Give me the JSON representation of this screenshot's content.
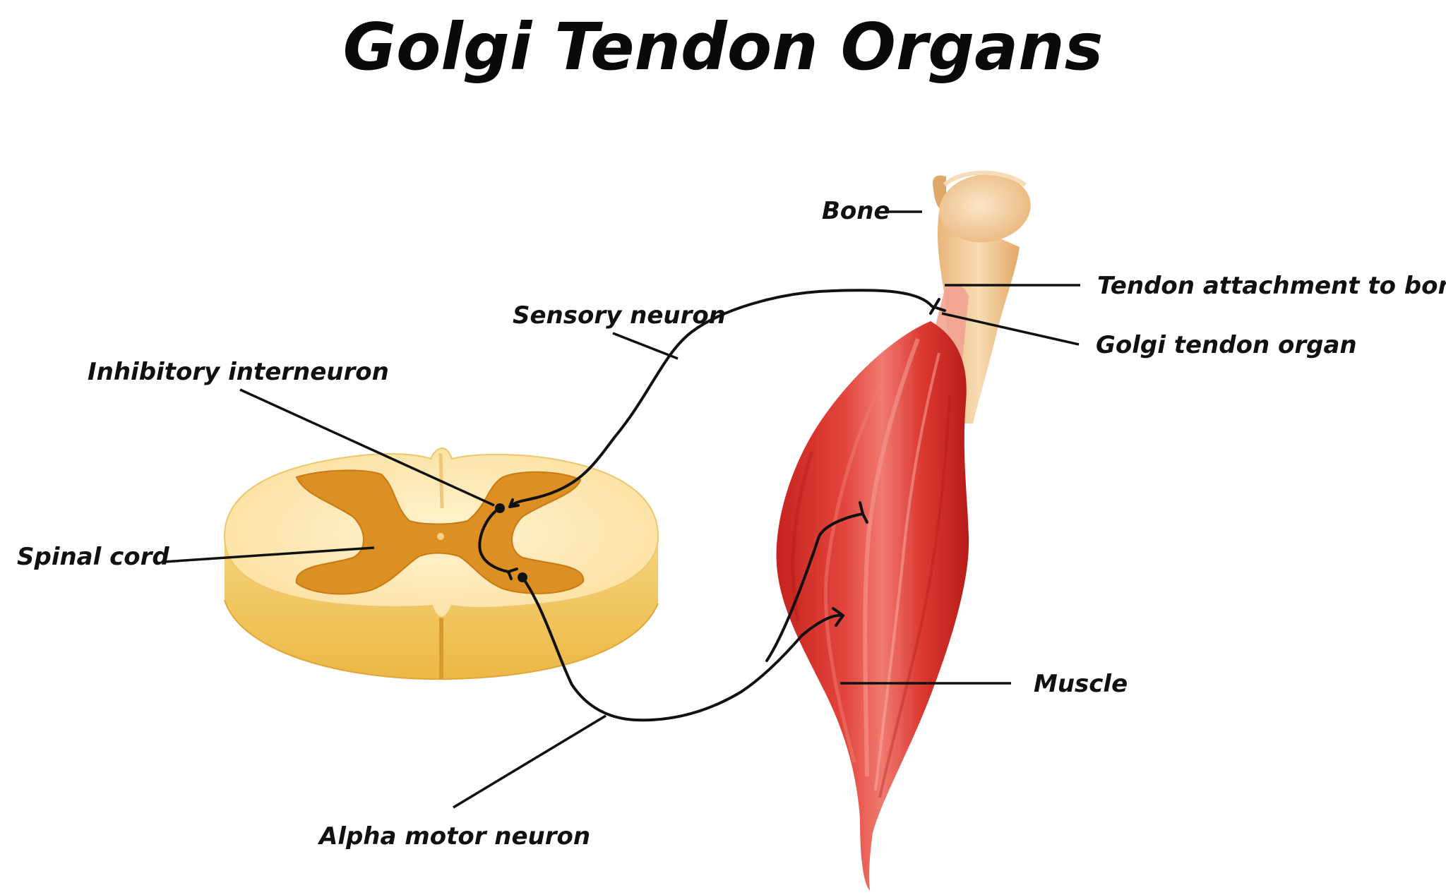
{
  "title": "Golgi Tendon Organs",
  "labels": {
    "bone": "Bone",
    "tendon_attachment": "Tendon attachment to bone",
    "golgi_tendon_organ": "Golgi tendon organ",
    "sensory_neuron": "Sensory neuron",
    "inhibitory_interneuron": "Inhibitory interneuron",
    "spinal_cord": "Spinal cord",
    "muscle": "Muscle",
    "alpha_motor_neuron": "Alpha motor neuron"
  },
  "colors": {
    "background": "#ffffff",
    "text": "#111111",
    "spinal_white_matter": "#fde6a6",
    "spinal_grey_matter": "#d98a1c",
    "spinal_side": "#f2c75c",
    "bone": "#f6cf9a",
    "muscle": "#d9302a",
    "muscle_highlight": "#f08a80",
    "tendon": "#f0a090"
  }
}
